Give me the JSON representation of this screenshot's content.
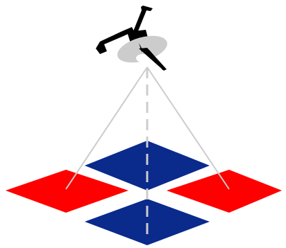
{
  "illustration": {
    "subject": "satellite-observing-ground-tiles",
    "colors": {
      "background": "#ffffff",
      "satellite_body": "#000000",
      "satellite_dish": "#cccccc",
      "beam_lines": "#cccccc",
      "nadir_line": "#cccccc",
      "tile_red": "#ff0000",
      "tile_blue": "#0a2a8c"
    },
    "icons": {
      "satellite": "satellite-icon",
      "dish": "satellite-dish-icon"
    },
    "tiles": [
      {
        "name": "tile-top-blue",
        "color": "tile_blue"
      },
      {
        "name": "tile-left-red",
        "color": "tile_red"
      },
      {
        "name": "tile-right-red",
        "color": "tile_red"
      },
      {
        "name": "tile-bottom-blue",
        "color": "tile_blue"
      }
    ]
  }
}
